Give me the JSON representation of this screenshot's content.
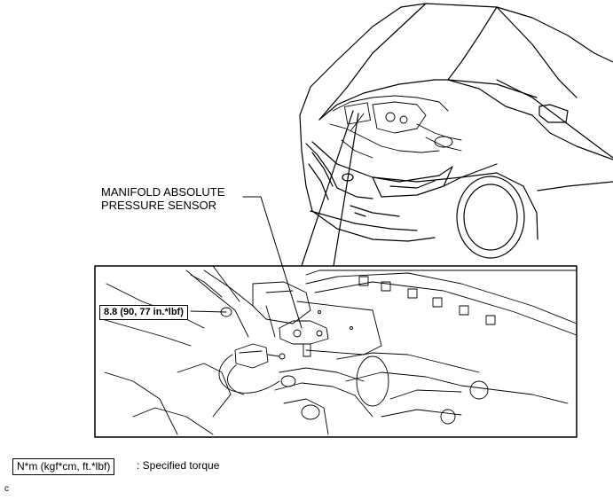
{
  "callout": {
    "line1": "MANIFOLD ABSOLUTE",
    "line2": "PRESSURE SENSOR"
  },
  "torque": {
    "value": "8.8 (90, 77 in.*lbf)"
  },
  "legend": {
    "unit_box": "N*m (kgf*cm, ft.*lbf)",
    "description": ": Specified torque"
  },
  "corner_code": "c"
}
